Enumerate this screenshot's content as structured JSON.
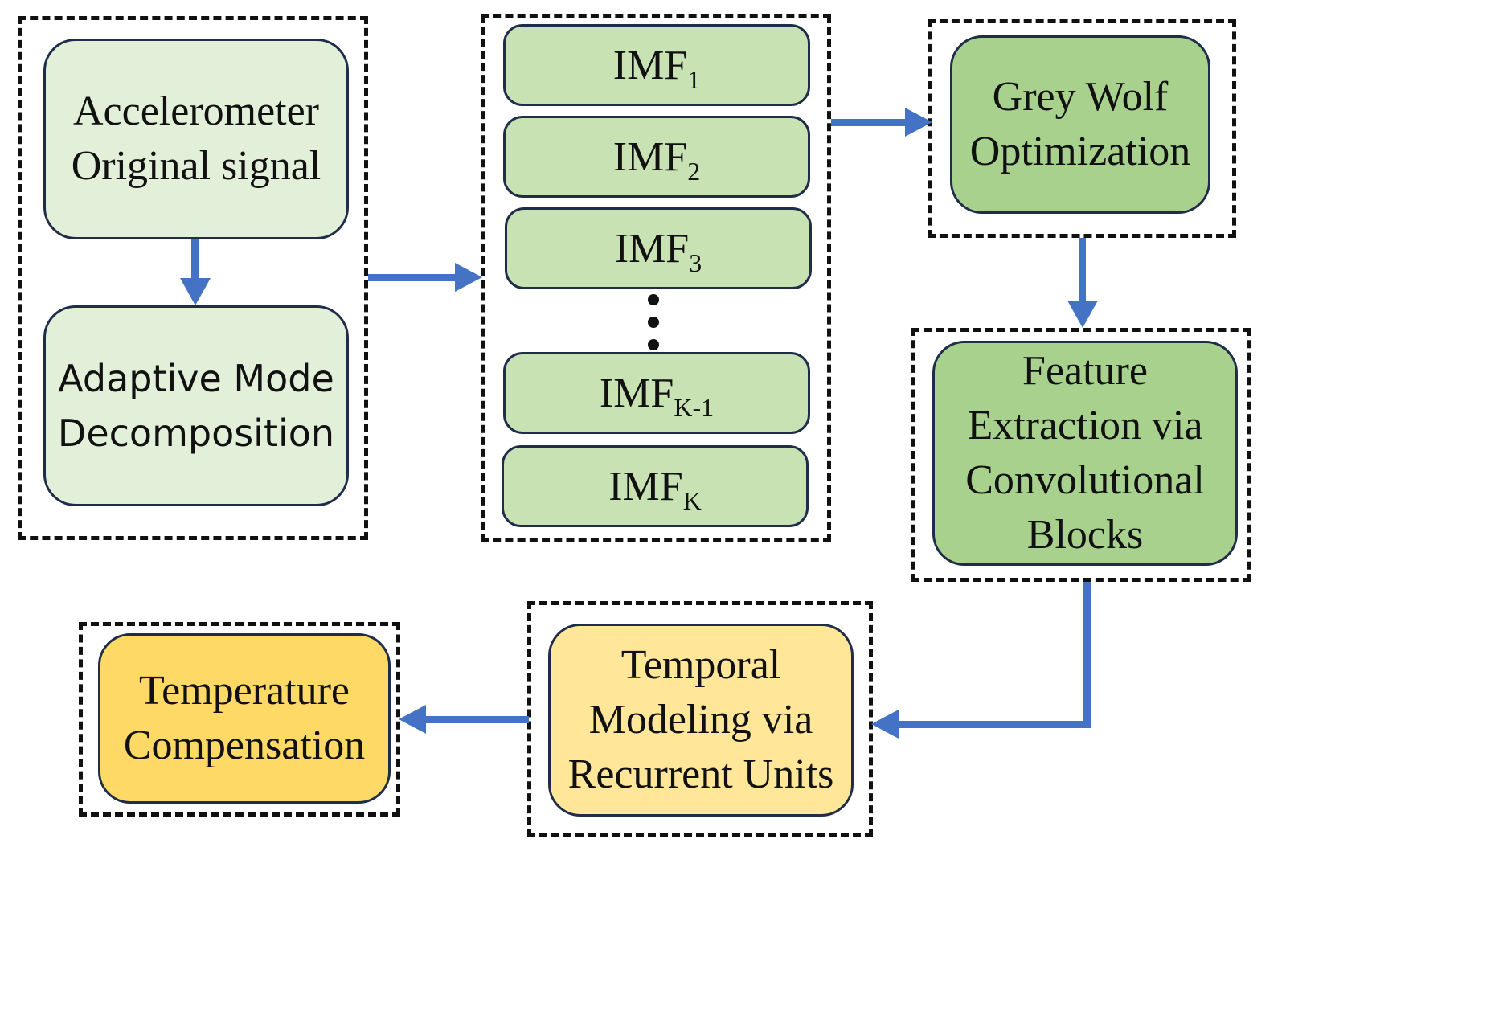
{
  "colors": {
    "arrow": "#4472c4",
    "node_light_green": "#e2efd9",
    "node_imf_green": "#c8e2b4",
    "node_mid_green": "#a9d18e",
    "node_light_yellow": "#ffe699",
    "node_yellow": "#ffd966",
    "border": "#1f2d4a"
  },
  "nodes": {
    "accelerometer": "Accelerometer\nOriginal signal",
    "amd": "Adaptive Mode\nDecomposition",
    "gwo": "Grey Wolf\nOptimization",
    "feature": "Feature\nExtraction via\nConvolutional\nBlocks",
    "temporal": "Temporal\nModeling via\nRecurrent Units",
    "compensation": "Temperature\nCompensation"
  },
  "imfs": [
    {
      "base": "IMF",
      "sub": "1"
    },
    {
      "base": "IMF",
      "sub": "2"
    },
    {
      "base": "IMF",
      "sub": "3"
    },
    {
      "base": "IMF",
      "sub": "K-1"
    },
    {
      "base": "IMF",
      "sub": "K"
    }
  ]
}
